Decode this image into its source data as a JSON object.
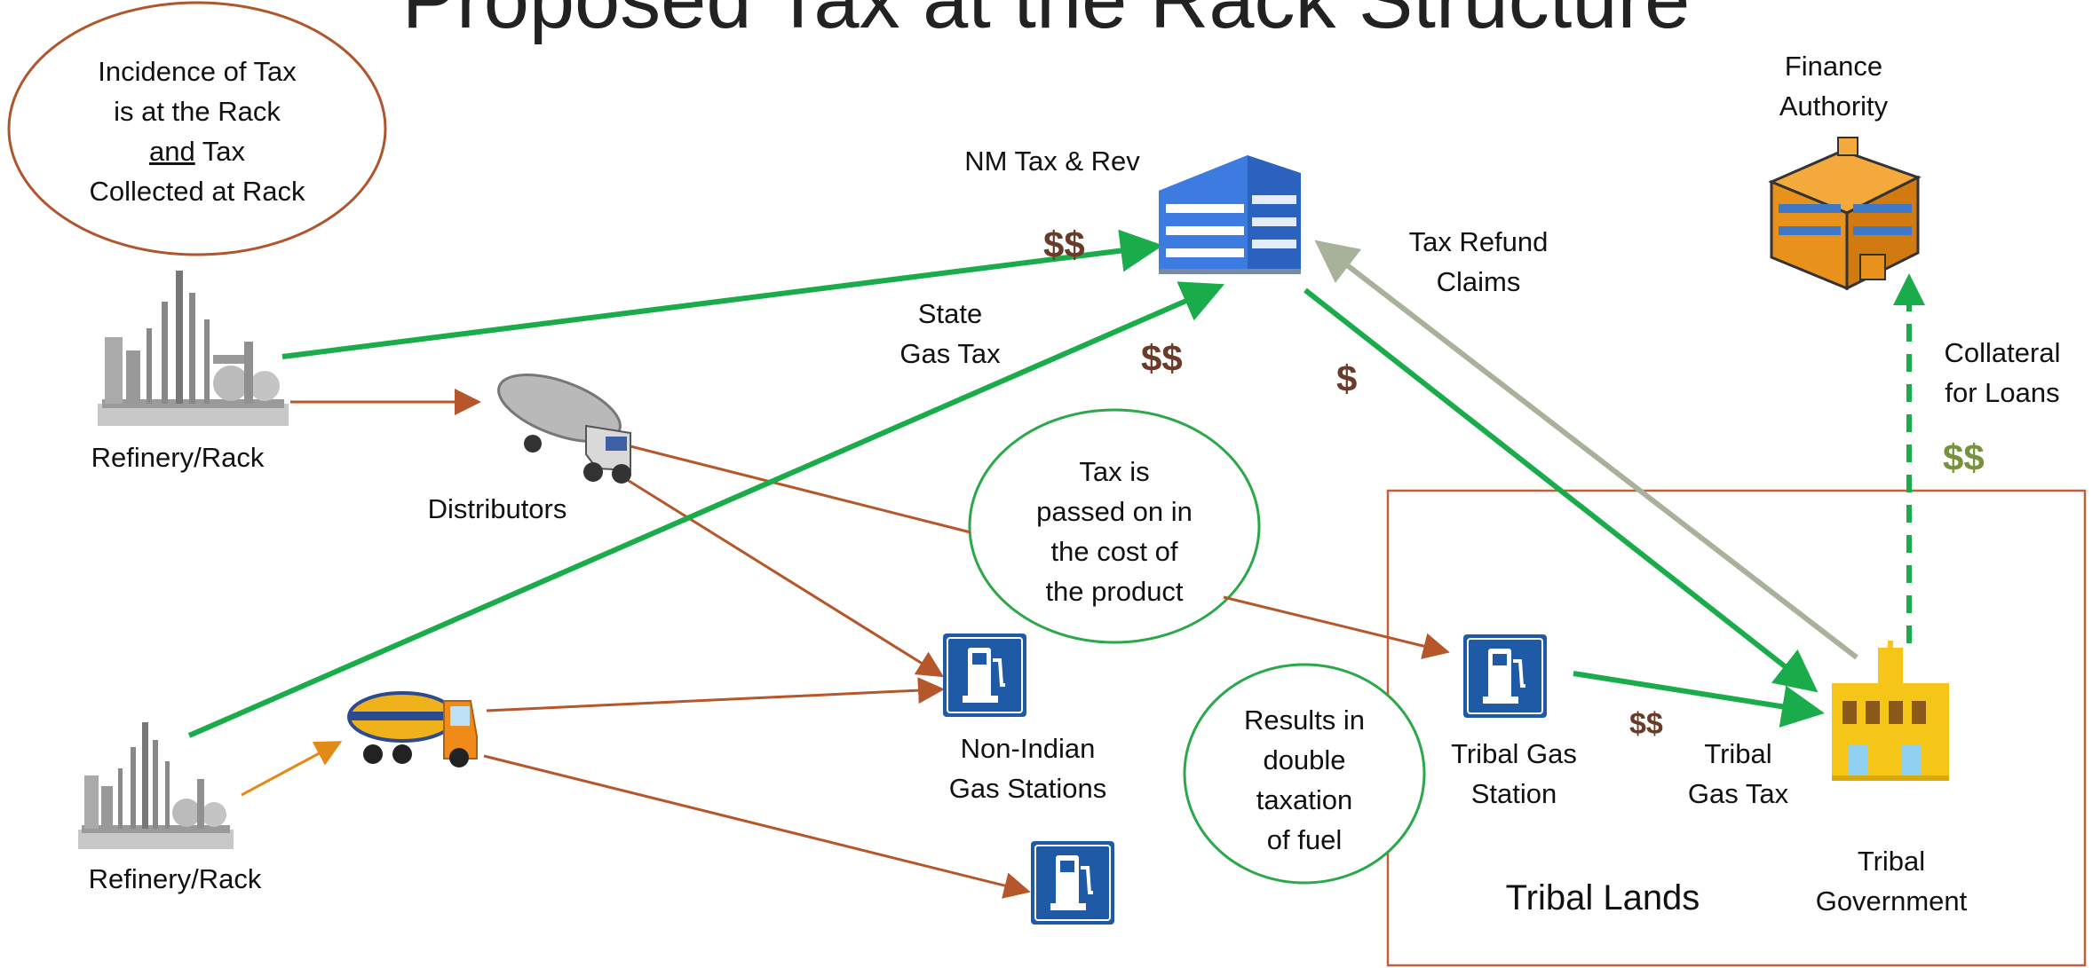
{
  "title": "Proposed Tax at the Rack Structure",
  "callouts": {
    "incidence": [
      "Incidence of Tax",
      "is at the Rack",
      "and",
      " Tax",
      "Collected at Rack"
    ],
    "passed_on": [
      "Tax is",
      "passed on in",
      "the cost of",
      "the product"
    ],
    "double_tax": [
      "Results in",
      "double",
      "taxation",
      "of fuel"
    ]
  },
  "nodes": {
    "refinery_top": "Refinery/Rack",
    "refinery_bottom": "Refinery/Rack",
    "distributors": "Distributors",
    "nm_tax": "NM Tax & Rev",
    "finance": [
      "Finance",
      "Authority"
    ],
    "non_indian": [
      "Non-Indian",
      "Gas Stations"
    ],
    "tribal_station": [
      "Tribal Gas",
      "Station"
    ],
    "tribal_gov": [
      "Tribal",
      "Government"
    ],
    "tribal_lands": "Tribal Lands"
  },
  "flow_labels": {
    "state_gas_tax": [
      "State",
      "Gas Tax"
    ],
    "tax_refund": [
      "Tax Refund",
      "Claims"
    ],
    "collateral": [
      "Collateral",
      "for Loans"
    ],
    "tribal_gas_tax": [
      "Tribal",
      "Gas Tax"
    ]
  },
  "money": {
    "top_refinery": "$$",
    "bottom_refinery": "$$",
    "tribal_to_state": "$",
    "tribal_station": "$$",
    "collateral": "$$"
  },
  "colors": {
    "green_arrow": "#1aac4a",
    "brown_arrow": "#b5562b",
    "orange_arrow": "#e38a16",
    "gray_arrow": "#a8b19a",
    "money_brown": "#6b3b2a",
    "money_green": "#76923c",
    "callout_brown": "#b0562e",
    "callout_green": "#2aa84a",
    "gas_icon_blue": "#1f5aa6",
    "tribal_box": "#c0603a"
  },
  "icons": [
    "refinery-icon",
    "tanker-truck-icon",
    "fuel-truck-icon",
    "office-building-icon",
    "finance-building-icon",
    "gas-pump-icon",
    "tribal-building-icon"
  ]
}
